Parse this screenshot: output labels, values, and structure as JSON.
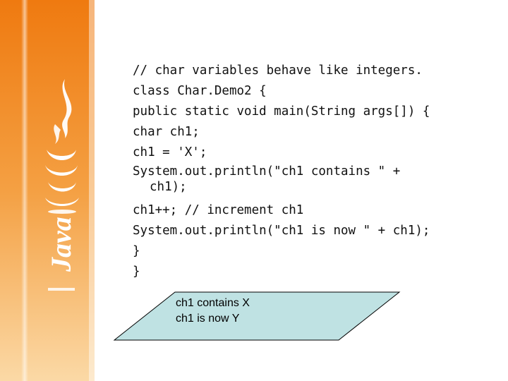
{
  "code": {
    "lines": [
      "// char variables behave like integers.",
      "class Char.Demo2 {",
      "public static void main(String args[]) {",
      "char ch1;",
      "ch1 = 'X';",
      "System.out.println(\"ch1 contains \" +",
      "ch1);",
      "ch1++; // increment ch1",
      "System.out.println(\"ch1 is now \" + ch1);",
      "}",
      "}"
    ]
  },
  "output": {
    "lines": [
      "ch1 contains X",
      "ch1 is now Y"
    ],
    "fill": "#bfe2e3"
  },
  "sidebar": {
    "logo": "java-logo",
    "brand_text": "Java",
    "gradient_top": "#f07d12",
    "gradient_bottom": "#fbd08f"
  }
}
